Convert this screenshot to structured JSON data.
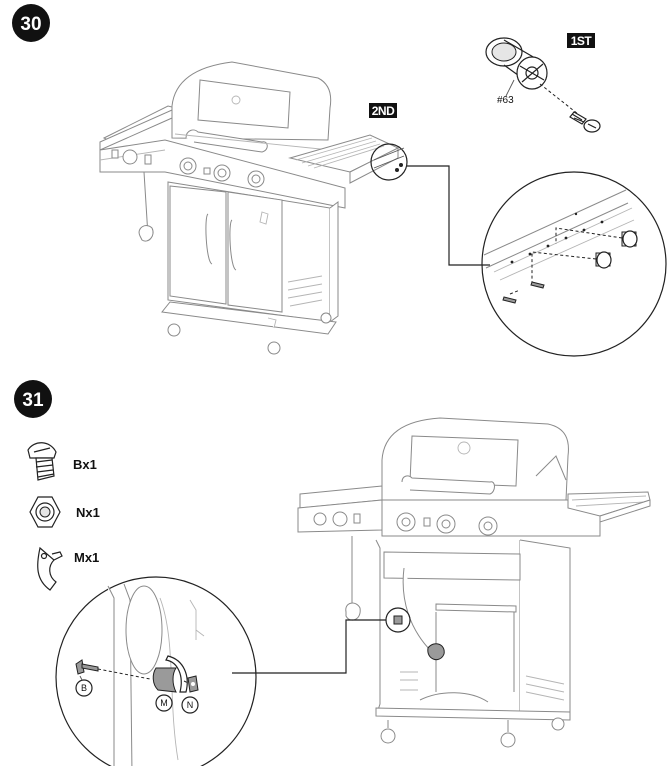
{
  "steps": [
    {
      "number": "30",
      "order_tags": {
        "first": "1ST",
        "second": "2ND"
      },
      "part_callout": "#63"
    },
    {
      "number": "31",
      "parts": [
        {
          "icon": "screw-icon",
          "label": "Bx1"
        },
        {
          "icon": "nut-icon",
          "label": "Nx1"
        },
        {
          "icon": "clip-icon",
          "label": "Mx1"
        }
      ],
      "detail_letters": {
        "screw": "B",
        "clip": "M",
        "nut": "N"
      }
    }
  ]
}
